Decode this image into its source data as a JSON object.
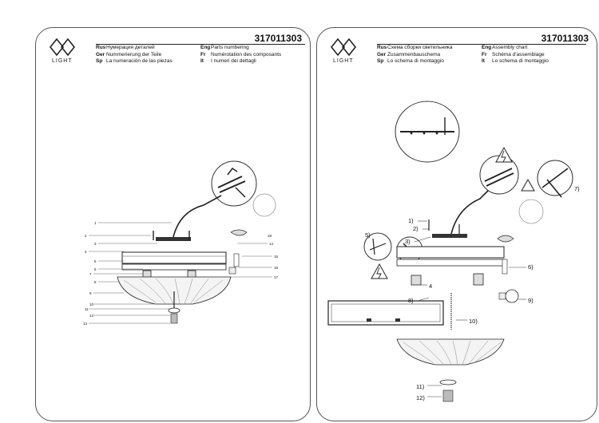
{
  "left_page": {
    "brand": "LIGHT",
    "code": "317011303",
    "header": [
      {
        "lang1": "Rus",
        "text1": "Нумерация деталей",
        "lang2": "Eng",
        "text2": "Parts numbering"
      },
      {
        "lang1": "Ger",
        "text1": "Nummerierung der Teile",
        "lang2": "Fr",
        "text2": "Numérotation des composants"
      },
      {
        "lang1": "Sp",
        "text1": "La numeración de las piezas",
        "lang2": "It",
        "text2": "I numeri dei dettagli"
      }
    ],
    "part_labels": {
      "n1": "1",
      "n2": "2",
      "n3": "3",
      "n4": "4",
      "n5": "5",
      "n6": "6",
      "n7": "7",
      "n8": "8",
      "n9": "9",
      "n10": "10",
      "n11": "11",
      "n12": "12",
      "n13": "13",
      "n14": "14",
      "n15": "15",
      "n16": "16",
      "n17": "17",
      "n18": "18"
    }
  },
  "right_page": {
    "brand": "LIGHT",
    "code": "317011303",
    "header": [
      {
        "lang1": "Rus",
        "text1": "Схема сборки светильника",
        "lang2": "Eng",
        "text2": "Assembly chart"
      },
      {
        "lang1": "Ger",
        "text1": "Zusammenbauschema",
        "lang2": "Fr",
        "text2": "Schéma d'assemblage"
      },
      {
        "lang1": "Sp",
        "text1": "Lo schema di montaggio",
        "lang2": "It",
        "text2": "Lo schema di montaggio"
      }
    ],
    "step_labels": {
      "s1": "1)",
      "s2": "2)",
      "s3": "3)",
      "s4": "4",
      "s5": "5)",
      "s6": "6)",
      "s7": "7)",
      "s8": "8)",
      "s9": "9)",
      "s10": "10)",
      "s11": "11)",
      "s12": "12)"
    }
  }
}
